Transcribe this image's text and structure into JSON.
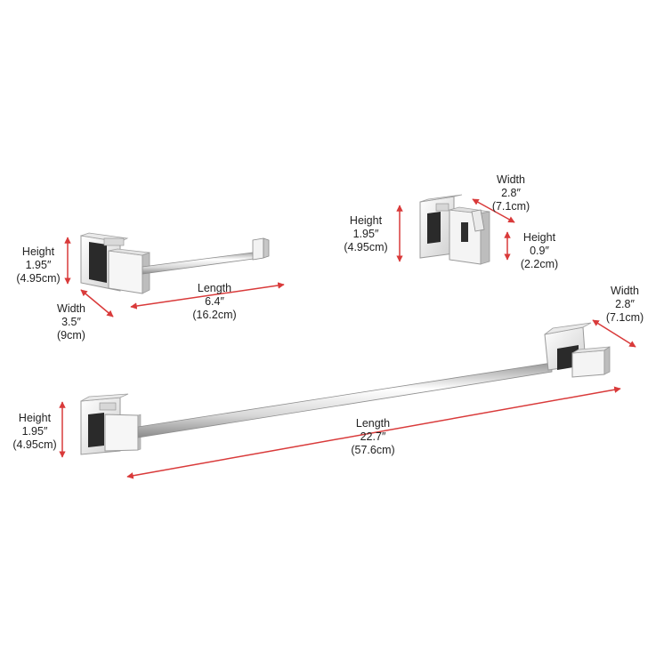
{
  "colors": {
    "dimension_arrow": "#d93a3a",
    "chrome_light": "#f4f4f4",
    "chrome_mid": "#bdbdbd",
    "chrome_dark": "#2a2a2a",
    "text": "#222222"
  },
  "paper_holder": {
    "height": {
      "name": "Height",
      "value": "1.95″",
      "metric": "(4.95cm)"
    },
    "width": {
      "name": "Width",
      "value": "3.5″",
      "metric": "(9cm)"
    },
    "length": {
      "name": "Length",
      "value": "6.4″",
      "metric": "(16.2cm)"
    }
  },
  "robe_hook": {
    "height": {
      "name": "Height",
      "value": "1.95″",
      "metric": "(4.95cm)"
    },
    "width": {
      "name": "Width",
      "value": "2.8″",
      "metric": "(7.1cm)"
    },
    "hook_height": {
      "name": "Height",
      "value": "0.9″",
      "metric": "(2.2cm)"
    }
  },
  "towel_bar": {
    "height": {
      "name": "Height",
      "value": "1.95″",
      "metric": "(4.95cm)"
    },
    "width": {
      "name": "Width",
      "value": "2.8″",
      "metric": "(7.1cm)"
    },
    "length": {
      "name": "Length",
      "value": "22.7″",
      "metric": "(57.6cm)"
    }
  }
}
